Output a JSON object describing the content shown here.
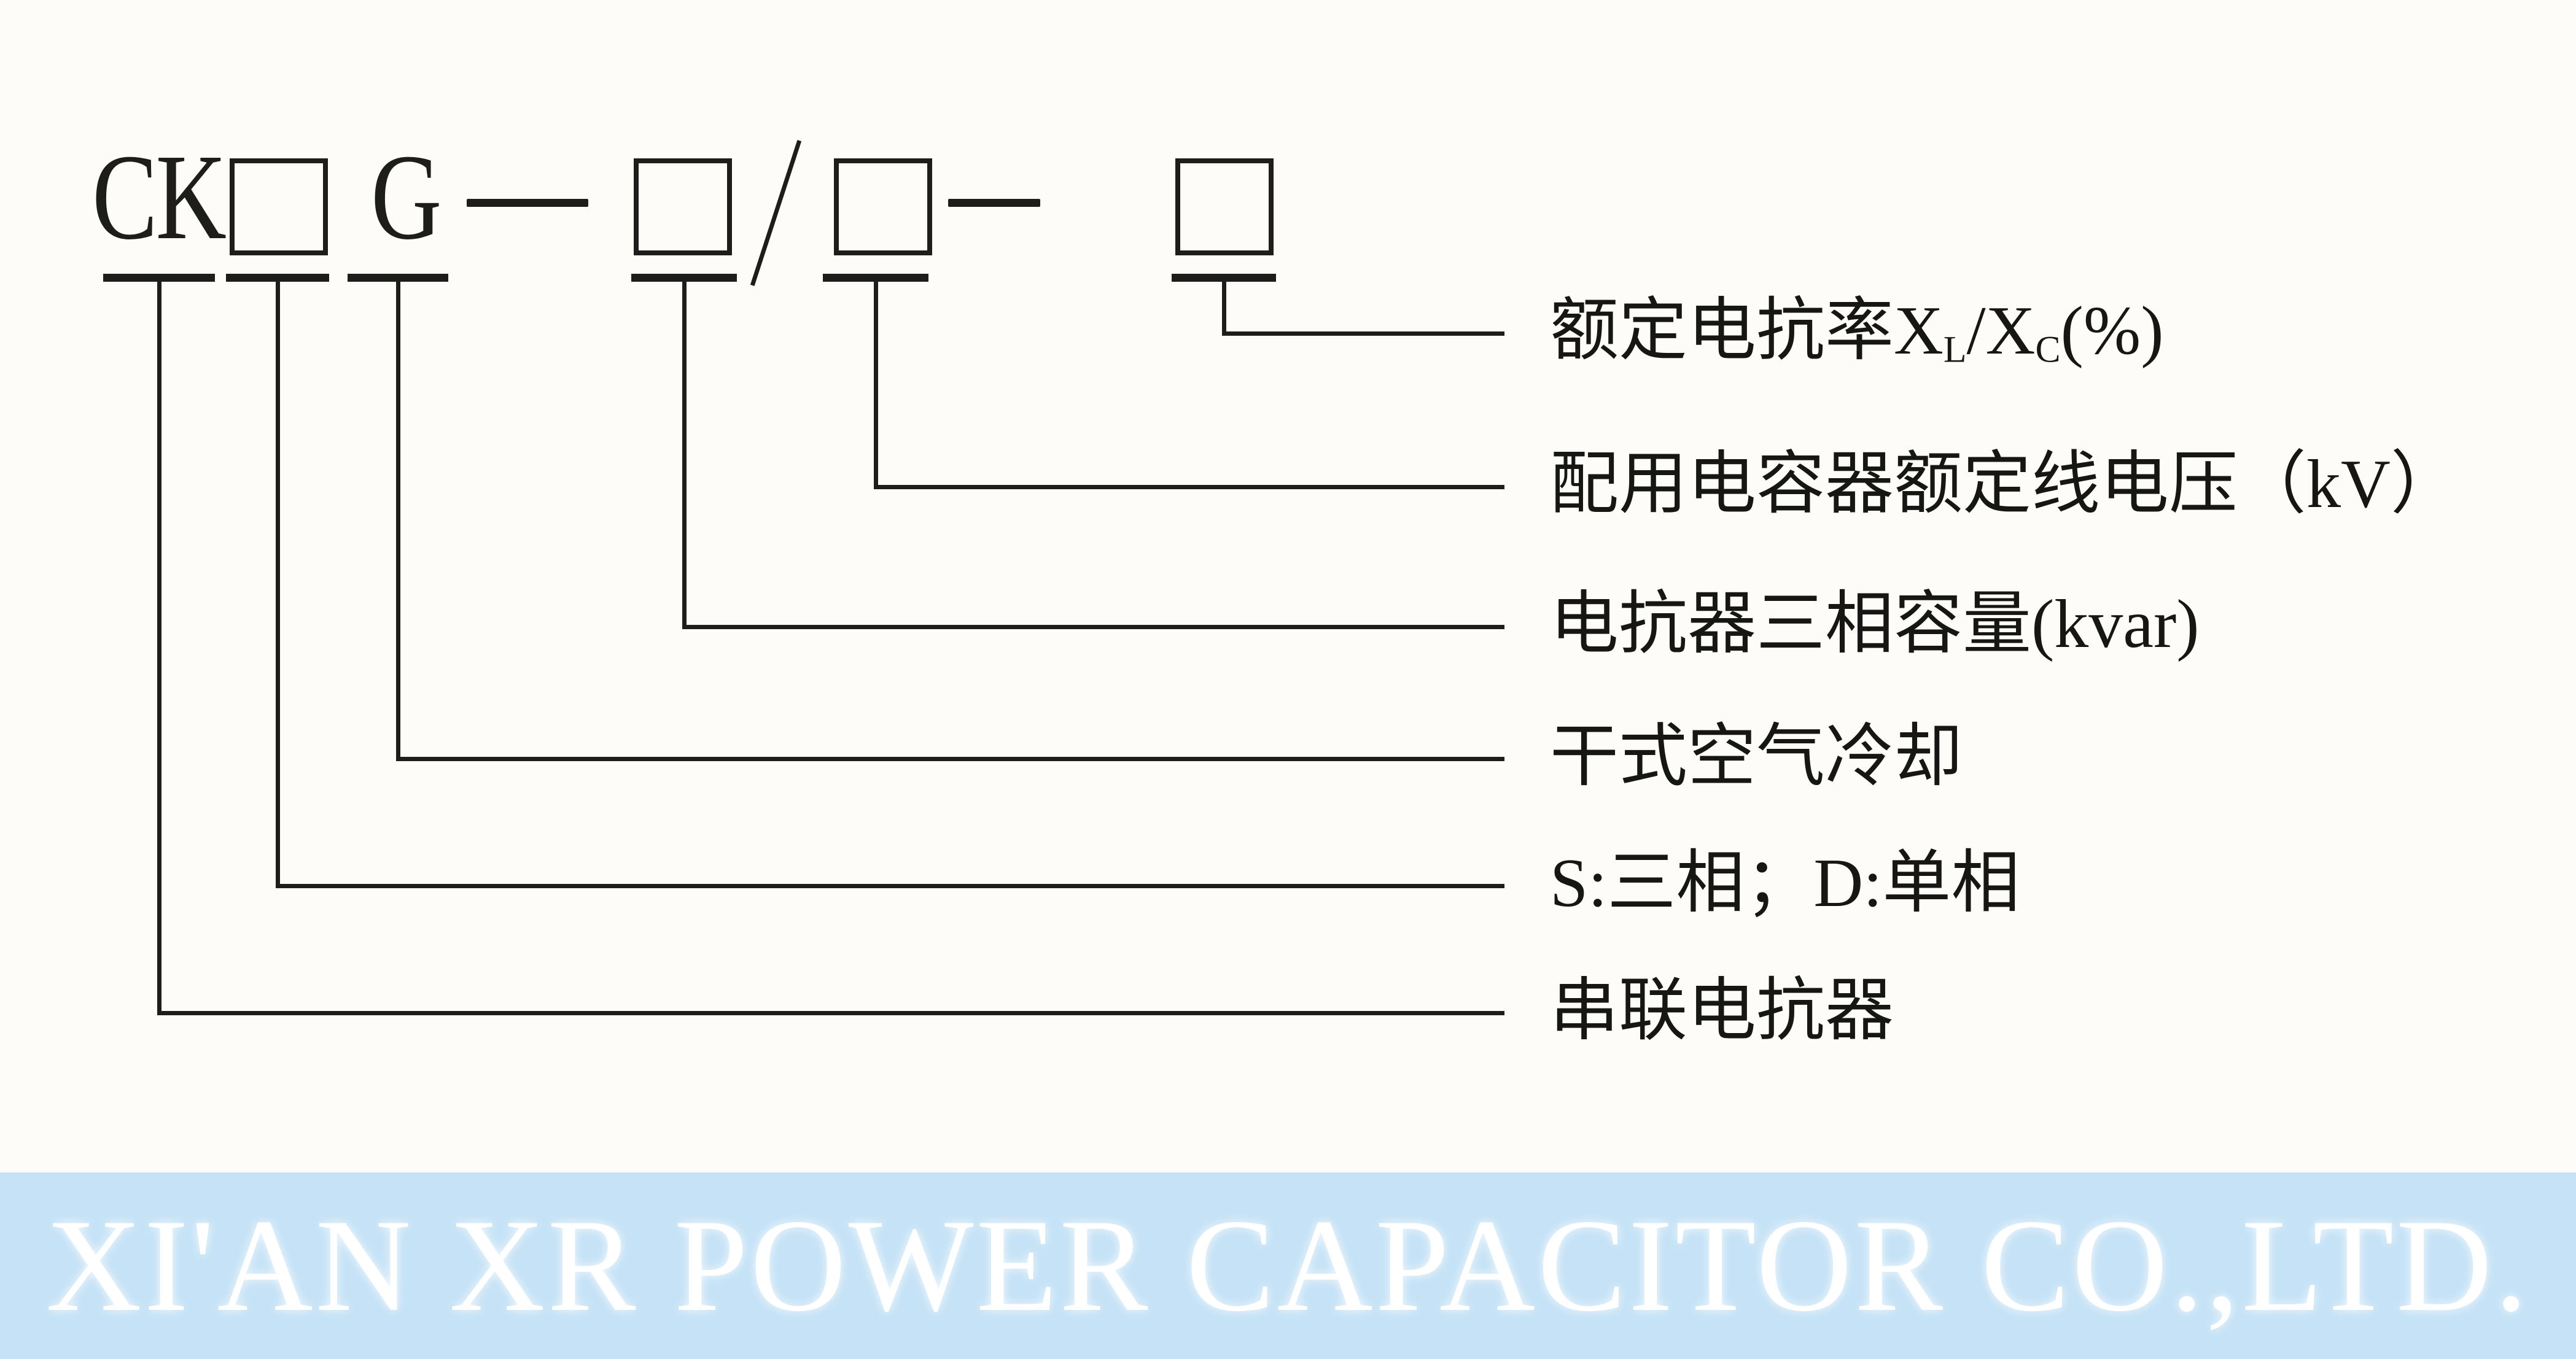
{
  "model_code": {
    "prefix": "CK",
    "cooling_letter": "G"
  },
  "callouts": {
    "rated_reactance_rate": {
      "pre": "额定电抗率X",
      "sub_l": "L",
      "mid": "/X",
      "sub_c": "C",
      "post": "(%)"
    },
    "capacitor_rated_line_voltage": "配用电容器额定线电压（kV）",
    "reactor_three_phase_capacity": "电抗器三相容量(kvar)",
    "dry_air_cooling": "干式空气冷却",
    "phase_designation": "S:三相；D:单相",
    "series_reactor": "串联电抗器"
  },
  "banner": {
    "company_name": "XI'AN XR POWER CAPACITOR CO.,LTD."
  },
  "colors": {
    "ink": "#1d1d1b",
    "page_background": "#fdfcf8",
    "banner_background": "#c5e2f6",
    "banner_text": "#ffffff"
  }
}
